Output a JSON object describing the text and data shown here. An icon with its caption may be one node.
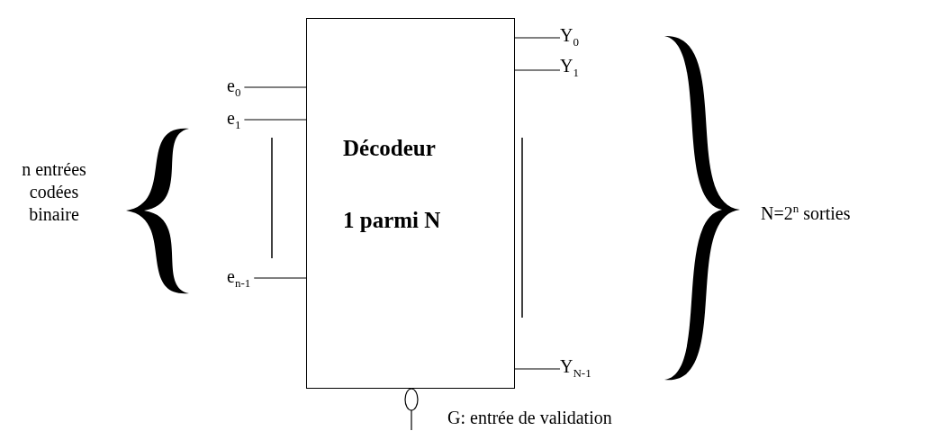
{
  "diagram": {
    "nodes": [
      {
        "text": [
          "Décodeur",
          "1 parmi N"
        ]
      },
      {
        "text": [
          "e$_{0}$"
        ]
      },
      {
        "text": [
          "e$_{1}$"
        ]
      },
      {
        "text": [
          "e$_{n-1}$"
        ]
      },
      {
        "text": [
          "Y$_{0}$"
        ]
      },
      {
        "text": [
          "Y$_{1}$"
        ]
      },
      {
        "text": [
          "Y$_{N-1}$"
        ]
      },
      {
        "text": [],
        "shape": "brace",
        "beside": [
          "n entrées codées binaire"
        ]
      },
      {
        "text": [],
        "shape": "brace",
        "beside": [
          "N=2$^{n}$ sorties"
        ]
      }
    ],
    "edges": [
      {
        "from": 1,
        "to": 0,
        "arrow": "none"
      },
      {
        "from": 2,
        "to": 0,
        "arrow": "none"
      },
      {
        "from": 3,
        "to": 0,
        "arrow": "none"
      },
      {
        "from": 0,
        "to": 4,
        "arrow": "none"
      },
      {
        "from": 0,
        "to": 5,
        "arrow": "none"
      },
      {
        "from": 0,
        "to": 6,
        "arrow": "none"
      },
      {
        "from": 0,
        "to": null,
        "arrow": "other",
        "label": "G: entrée de validation"
      }
    ]
  }
}
